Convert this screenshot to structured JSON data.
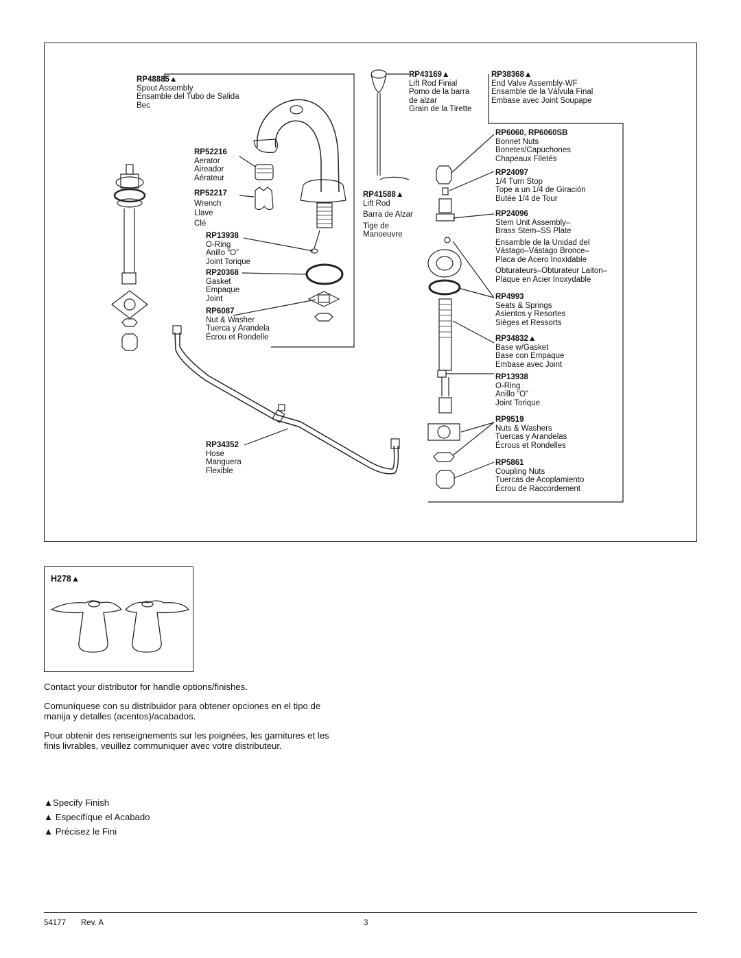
{
  "parts": {
    "rp48885": {
      "pn": "RP48885▲",
      "l1": "Spout Assembly",
      "l2": "Ensamble del Tubo de Salida",
      "l3": "Bec"
    },
    "rp52216": {
      "pn": "RP52216",
      "l1": "Aerator",
      "l2": "Aireador",
      "l3": "Aérateur"
    },
    "rp52217": {
      "pn": "RP52217",
      "l1": "Wrench",
      "l2": "Llave",
      "l3": "Clé"
    },
    "rp13938a": {
      "pn": "RP13938",
      "l1": "O-Ring",
      "l2": "Anillo “O”",
      "l3": "Joint Torique"
    },
    "rp20368": {
      "pn": "RP20368",
      "l1": "Gasket",
      "l2": "Empaque",
      "l3": "Joint"
    },
    "rp6087": {
      "pn": "RP6087",
      "l1": "Nut & Washer",
      "l2": "Tuerca y Arandela",
      "l3": "Écrou et Rondelle"
    },
    "rp43169": {
      "pn": "RP43169▲",
      "l1": "Lift Rod Finial",
      "l2": "Pomo de la barra",
      "l3": "de alzar",
      "l4": "Grain de la Tirette"
    },
    "rp38368": {
      "pn": "RP38368▲",
      "l1": "End Valve Assembly-WF",
      "l2": "Ensamble de la Válvula Final",
      "l3": "Embase avec Joint Soupape"
    },
    "rp41588": {
      "pn": "RP41588▲",
      "l1": "Lift Rod",
      "l2": "Barra de Alzar",
      "l3": "Tige de",
      "l4": "Manoeuvre"
    },
    "rp6060": {
      "pn": "RP6060, RP6060SB",
      "l1": "Bonnet Nuts",
      "l2": "Bonetes/Capuchones",
      "l3": "Chapeaux Filetés"
    },
    "rp24097": {
      "pn": "RP24097",
      "l1": "1/4 Turn Stop",
      "l2": "Tope a un 1/4 de Giración",
      "l3": "Butée 1/4 de Tour"
    },
    "rp24096": {
      "pn": "RP24096",
      "l1": "Stem Unit Assembly–",
      "l2": "Brass Stem–SS Plate",
      "l3": "Ensamble de la Unidad del",
      "l4": "Vástago–Vástago Bronce–",
      "l5": "Placa de Acero Inoxidable",
      "l6": "Obturateurs–Obturateur Laiton–",
      "l7": "Plaque en Acier Inoxydable"
    },
    "rp4993": {
      "pn": "RP4993",
      "l1": "Seats & Springs",
      "l2": "Asientos y Resortes",
      "l3": "Sièges et Ressorts"
    },
    "rp34832": {
      "pn": "RP34832▲",
      "l1": "Base w/Gasket",
      "l2": "Base con Empaque",
      "l3": "Embase avec Joint"
    },
    "rp13938b": {
      "pn": "RP13938",
      "l1": "O-Ring",
      "l2": "Anillo “O”",
      "l3": "Joint Torique"
    },
    "rp9519": {
      "pn": "RP9519",
      "l1": "Nuts & Washers",
      "l2": "Tuercas y Arandelas",
      "l3": "Écrous et Rondelles"
    },
    "rp5861": {
      "pn": "RP5861",
      "l1": "Coupling Nuts",
      "l2": "Tuercas de Acoplamiento",
      "l3": "Écrou de Raccordement"
    },
    "rp34352": {
      "pn": "RP34352",
      "l1": "Hose",
      "l2": "Manguera",
      "l3": "Flexible"
    }
  },
  "handles": {
    "pn": "H278▲"
  },
  "notes": {
    "en": "Contact your distributor for handle options/finishes.",
    "es": "Comuníquese con su distribuidor para obtener opciones en el tipo de manija y detalles  (acentos)/acabados.",
    "fr": "Pour obtenir des renseignements sur les poignées, les garnitures et les finis livrables, veuillez communiquer avec votre distributeur."
  },
  "finish": {
    "en": "▲Specify Finish",
    "es": "▲ Especifíque el Acabado",
    "fr": "▲ Précisez le Fini"
  },
  "footer": {
    "doc": "54177",
    "rev": "Rev. A",
    "page": "3"
  }
}
